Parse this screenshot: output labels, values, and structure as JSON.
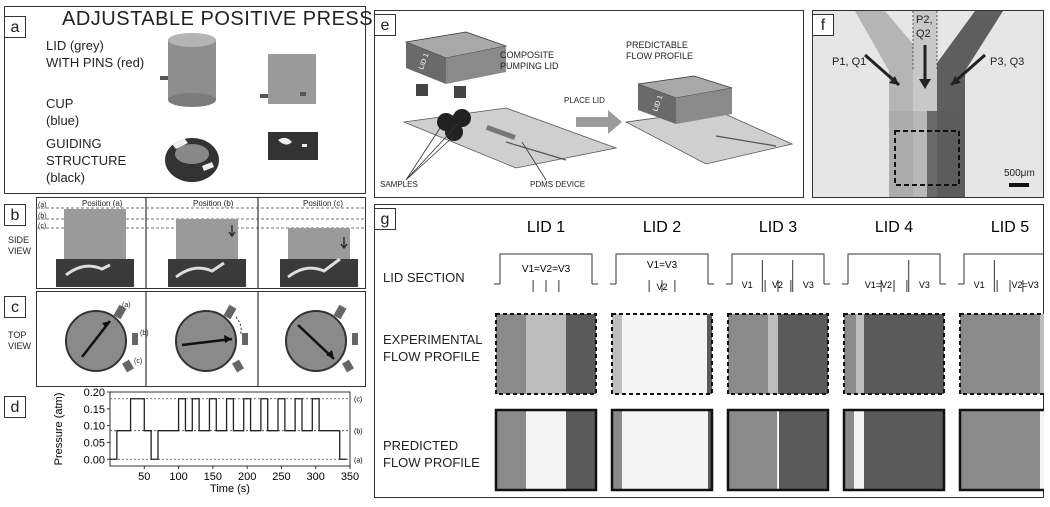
{
  "panel_labels": {
    "a": "a",
    "b": "b",
    "c": "c",
    "d": "d",
    "e": "e",
    "f": "f",
    "g": "g"
  },
  "panel_a": {
    "title": "ADJUSTABLE  POSITIVE PRESSURE",
    "lid_line1": "LID (grey)",
    "lid_line2": "WITH PINS (red)",
    "cup_line1": "CUP",
    "cup_line2": "(blue)",
    "guide_line1": "GUIDING",
    "guide_line2": "STRUCTURE",
    "guide_line3": "(black)"
  },
  "panel_b": {
    "side_view_1": "SIDE",
    "side_view_2": "VIEW",
    "positions": [
      "Position (a)",
      "Position (b)",
      "Position (c)"
    ],
    "levels": [
      "(a)",
      "(b)",
      "(c)"
    ]
  },
  "panel_c": {
    "top_view_1": "TOP",
    "top_view_2": "VIEW",
    "marks": [
      "(a)",
      "(b)",
      "(c)"
    ]
  },
  "panel_e": {
    "composite_1": "COMPOSITE",
    "composite_2": "PUMPING LID",
    "predictable_1": "PREDICTABLE",
    "predictable_2": "FLOW PROFILE",
    "place_lid": "PLACE LID",
    "samples": "SAMPLES",
    "pdms": "PDMS DEVICE",
    "lid_tag": "LID 1",
    "lid_tag2": "LID 1"
  },
  "panel_f": {
    "p1": "P1, Q1",
    "p2a": "P2,",
    "p2b": "Q2",
    "p3": "P3, Q3",
    "scale": "500μm"
  },
  "panel_g": {
    "lids": [
      "LID 1",
      "LID 2",
      "LID 3",
      "LID 4",
      "LID 5"
    ],
    "row_section": "LID SECTION",
    "row_exp_1": "EXPERIMENTAL",
    "row_exp_2": "FLOW PROFILE",
    "row_pred_1": "PREDICTED",
    "row_pred_2": "FLOW PROFILE",
    "section_labels": [
      [
        "V1=V2=V3"
      ],
      [
        "V1=V3",
        "V2"
      ],
      [
        "V1",
        "V2",
        "V3"
      ],
      [
        "V1=V2",
        "V3"
      ],
      [
        "V1",
        "V2=V3"
      ]
    ]
  },
  "colors": {
    "light": "#bdbdbd",
    "white": "#f4f4f4",
    "dark": "#5a5a5a",
    "mid": "#8a8a8a"
  },
  "chart_data": {
    "type": "line",
    "xlabel": "Time (s)",
    "ylabel": "Pressure (atm)",
    "xlim": [
      0,
      350
    ],
    "ylim": [
      -0.02,
      0.2
    ],
    "x_ticks": [
      50,
      100,
      150,
      200,
      250,
      300,
      350
    ],
    "y_ticks": [
      "0.00",
      "0.05",
      "0.10",
      "0.15",
      "0.20"
    ],
    "y_tick_values": [
      0.0,
      0.05,
      0.1,
      0.15,
      0.2
    ],
    "reference_lines": [
      {
        "label": "(a)",
        "value": 0.0
      },
      {
        "label": "(b)",
        "value": 0.085
      },
      {
        "label": "(c)",
        "value": 0.18
      }
    ],
    "series": [
      {
        "x": [
          0,
          10,
          10,
          30,
          30,
          50,
          50,
          60,
          60,
          70,
          70,
          80,
          80,
          90,
          90,
          100,
          100,
          110,
          110,
          120,
          120,
          130,
          130,
          145,
          145,
          155,
          155,
          170,
          170,
          180,
          180,
          195,
          195,
          205,
          205,
          220,
          220,
          230,
          230,
          245,
          245,
          255,
          255,
          270,
          270,
          280,
          280,
          295,
          295,
          305,
          305,
          315,
          315,
          335,
          335,
          345
        ],
        "y": [
          0.0,
          0.0,
          0.085,
          0.085,
          0.18,
          0.18,
          0.085,
          0.085,
          0.0,
          0.0,
          0.085,
          0.085,
          0.085,
          0.085,
          0.085,
          0.085,
          0.18,
          0.18,
          0.085,
          0.085,
          0.18,
          0.18,
          0.085,
          0.085,
          0.18,
          0.18,
          0.085,
          0.085,
          0.18,
          0.18,
          0.085,
          0.085,
          0.18,
          0.18,
          0.085,
          0.085,
          0.18,
          0.18,
          0.085,
          0.085,
          0.18,
          0.18,
          0.085,
          0.085,
          0.18,
          0.18,
          0.085,
          0.085,
          0.18,
          0.18,
          0.085,
          0.085,
          0.085,
          0.085,
          0.0,
          0.0
        ]
      }
    ]
  }
}
